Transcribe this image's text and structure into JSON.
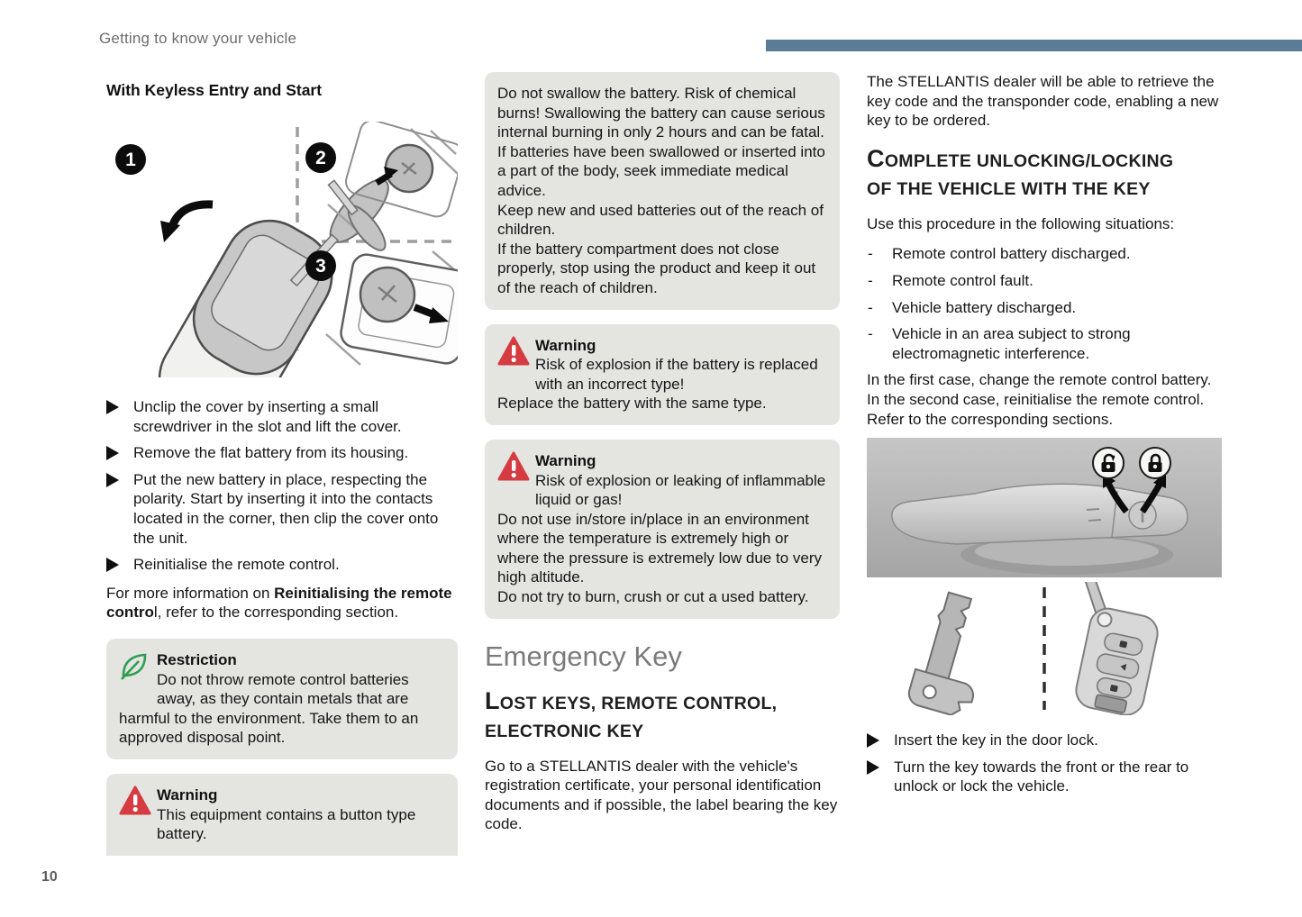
{
  "page": {
    "header": "Getting to know your vehicle",
    "page_number": "10",
    "accent_bar_color": "#5a7c97"
  },
  "colors": {
    "box_background": "#e4e4e1",
    "warning_red": "#d53b40",
    "restriction_green": "#2f9e50",
    "section_title_gray": "#7b7b7b"
  },
  "col1": {
    "heading": "With Keyless Entry and Start",
    "figure": {
      "steps": [
        "1",
        "2",
        "3"
      ],
      "icons": [
        "key-fob",
        "screwdriver",
        "button-battery"
      ]
    },
    "bullets": [
      "Unclip the cover by inserting a small screwdriver in the slot and lift the cover.",
      "Remove the flat battery from its housing.",
      "Put the new battery in place, respecting the polarity. Start by inserting it into the contacts located in the corner, then clip the cover onto the unit.",
      "Reinitialise the remote control."
    ],
    "more_info": {
      "pre": "For more information on ",
      "bold": "Reinitialising the remote contro",
      "post": "l, refer to the corresponding section."
    },
    "restriction_box": {
      "title": "Restriction",
      "icon": "leaf-icon",
      "text": "Do not throw remote control batteries away, as they contain metals that are harmful to the environment. Take them to an approved disposal point."
    },
    "warning_box": {
      "title": "Warning",
      "icon": "warning-triangle-icon",
      "text": "This equipment contains a button type battery."
    }
  },
  "col2": {
    "battery_box_lines": [
      "Do not swallow the battery. Risk of chemical burns! Swallowing the battery can cause serious internal burning in only 2 hours and can be fatal.",
      "If batteries have been swallowed or inserted into a part of the body, seek immediate medical advice.",
      "Keep new and used batteries out of the reach of children.",
      "If the battery compartment does not close properly, stop using the product and keep it out of the reach of children."
    ],
    "warning_box_1": {
      "title": "Warning",
      "icon": "warning-triangle-icon",
      "lines": [
        "Risk of explosion if the battery is replaced with an incorrect type!",
        "Replace the battery with the same type."
      ]
    },
    "warning_box_2": {
      "title": "Warning",
      "icon": "warning-triangle-icon",
      "lines": [
        "Risk of explosion or leaking of inflammable liquid or gas!",
        "Do not use in/store in/place in an environment where the temperature is extremely high or where the pressure is extremely low due to very high altitude.",
        "Do not try to burn, crush or cut a used battery."
      ]
    },
    "section_title": "Emergency Key",
    "sub_heading_lines": [
      "LOST KEYS, REMOTE CONTROL,",
      "ELECTRONIC KEY"
    ],
    "paragraph": "Go to a STELLANTIS dealer with the vehicle's registration certificate, your personal identification documents and if possible, the label bearing the key code."
  },
  "col3": {
    "paragraph1": "The STELLANTIS dealer will be able to retrieve the key code and the transponder code, enabling a new key to be ordered.",
    "heading_lines": [
      "COMPLETE UNLOCKING/LOCKING",
      "OF THE VEHICLE WITH THE KEY"
    ],
    "intro": "Use this procedure in the following situations:",
    "dash_items": [
      "Remote control battery discharged.",
      "Remote control fault.",
      "Vehicle battery discharged.",
      "Vehicle in an area subject to strong electromagnetic interference."
    ],
    "case_lines": [
      "In the first case, change the remote control battery.",
      "In the second case, reinitialise the remote control.",
      "Refer to the corresponding sections."
    ],
    "figures": {
      "door_handle_icons": [
        "lock-open-icon",
        "lock-closed-icon"
      ],
      "keys": [
        "emergency-key-blade",
        "remote-control-key"
      ]
    },
    "bullets": [
      "Insert the key in the door lock.",
      "Turn the key towards the front or the rear to unlock or lock the vehicle."
    ]
  }
}
